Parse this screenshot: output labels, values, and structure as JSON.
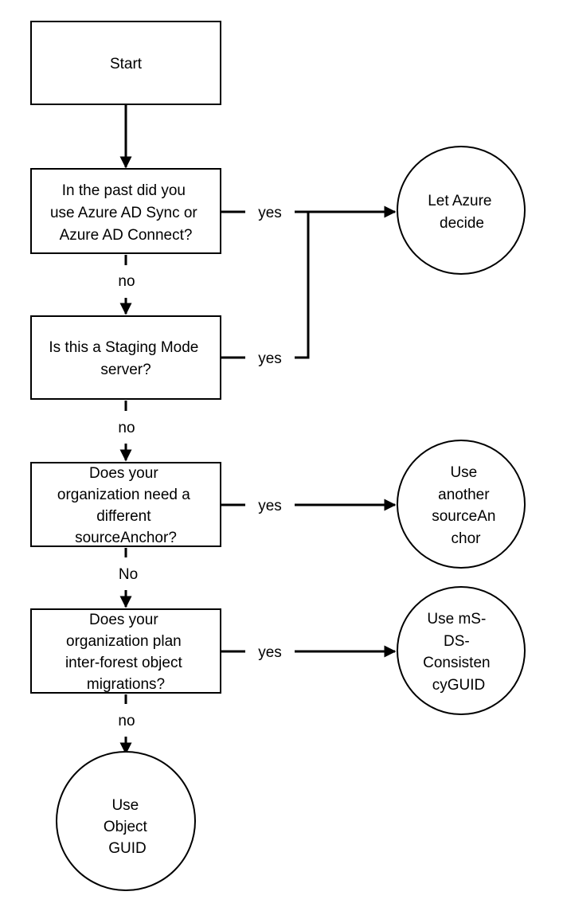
{
  "nodes": {
    "start": {
      "lines": [
        "Start"
      ]
    },
    "q_past_sync": {
      "lines": [
        "In the past did you",
        "use Azure AD Sync or",
        "Azure AD Connect?"
      ]
    },
    "q_staging": {
      "lines": [
        "Is this a Staging Mode",
        "server?"
      ]
    },
    "q_different_anchor": {
      "lines": [
        "Does your",
        "organization need a",
        "different",
        "sourceAnchor?"
      ]
    },
    "q_interforest": {
      "lines": [
        "Does your",
        "organization plan",
        "inter-forest object",
        "migrations?"
      ]
    },
    "r_azure_decide": {
      "lines": [
        "Let Azure",
        "decide"
      ]
    },
    "r_another_anchor": {
      "lines": [
        "Use",
        "another",
        "sourceAn",
        "chor"
      ]
    },
    "r_consistency_guid": {
      "lines": [
        "Use mS-",
        "DS-",
        "Consisten",
        "cyGUID"
      ]
    },
    "r_object_guid": {
      "lines": [
        "Use",
        "Object",
        "GUID"
      ]
    }
  },
  "edges": {
    "past_sync_yes": "yes",
    "past_sync_no": "no",
    "staging_yes": "yes",
    "staging_no": "no",
    "different_anchor_yes": "yes",
    "different_anchor_no": "No",
    "interforest_yes": "yes",
    "interforest_no": "no"
  }
}
